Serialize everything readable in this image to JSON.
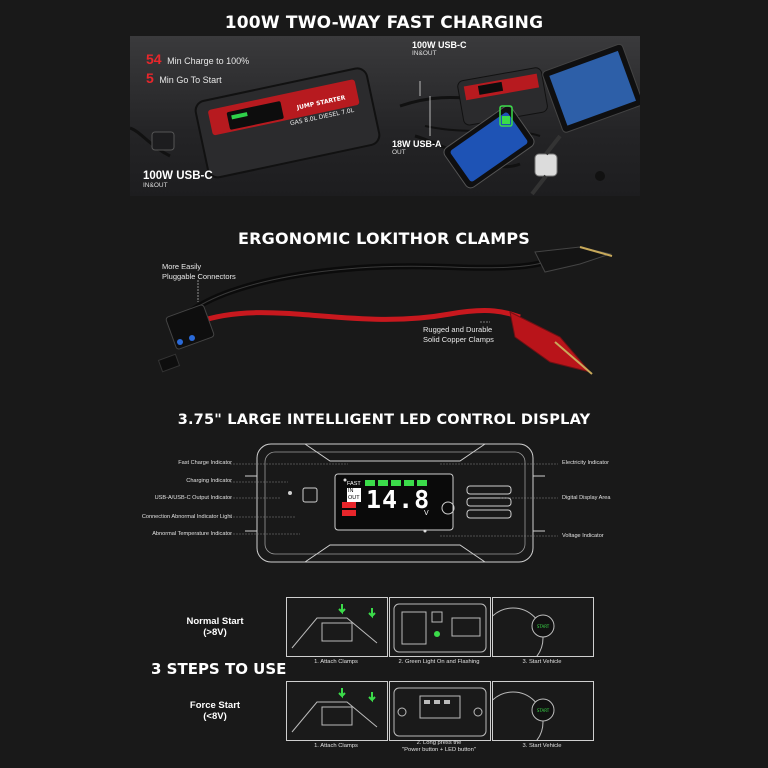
{
  "section1": {
    "title": "100W TWO-WAY FAST CHARGING",
    "charge_number": "54",
    "charge_text": "Min Charge to 100%",
    "start_number": "5",
    "start_text": "Min Go To Start",
    "port_top_label": "100W USB-C",
    "port_top_sub": "IN&OUT",
    "port_mid_label": "18W USB-A",
    "port_mid_sub": "OUT",
    "port_bottom_label": "100W USB-C",
    "port_bottom_sub": "IN&OUT",
    "device_text": "JUMP STARTER",
    "device_spec": "GAS 8.0L  DIESEL 7.0L"
  },
  "section2": {
    "title": "ERGONOMIC LOKITHOR CLAMPS",
    "callout_left_1": "More Easily",
    "callout_left_2": "Pluggable Connectors",
    "callout_right_1": "Rugged and Durable",
    "callout_right_2": "Solid Copper Clamps"
  },
  "section3": {
    "title": "3.75\" LARGE INTELLIGENT LED CONTROL DISPLAY",
    "left_labels": [
      "Fast Charge Indicator",
      "Charging Indicator",
      "USB-A/USB-C Output Indicator",
      "Connection Abnormal Indicator Light",
      "Abnormal Temperature Indicator"
    ],
    "right_labels": [
      "Electricity Indicator",
      "Digital Display Area",
      "Voltage Indicator"
    ],
    "display_value": "14.8",
    "display_unit": "V",
    "mode_fast": "FAST",
    "mode_in": "IN",
    "mode_out": "OUT"
  },
  "section4": {
    "title": "3 STEPS TO USE",
    "normal_title_1": "Normal Start",
    "normal_title_2": "(>8V)",
    "force_title_1": "Force Start",
    "force_title_2": "(<8V)",
    "normal_steps": [
      "1. Attach Clamps",
      "2. Green Light On and Flashing",
      "3. Start Vehicle"
    ],
    "force_steps": [
      "1. Attach Clamps",
      "2. Long press the",
      "\"Power button + LED button\"",
      "3. Start Vehicle"
    ],
    "start_btn_text": "START"
  },
  "colors": {
    "accent_red": "#e8262b",
    "accent_green": "#3bdc4a",
    "background": "#191919"
  }
}
